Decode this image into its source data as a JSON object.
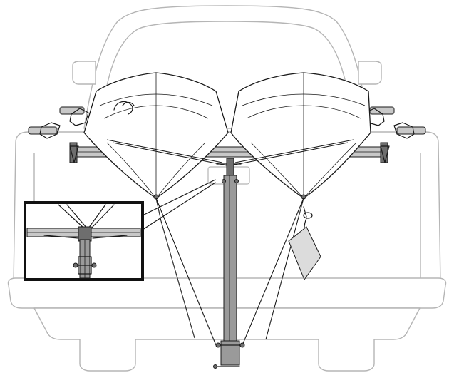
{
  "figure": {
    "subject_icons": [
      "pickup-truck-rear",
      "kayak-left",
      "kayak-right",
      "roof-rack-crossbar",
      "hitch-mounted-support-post",
      "bow-stern-tie-down-straps",
      "red-flag-tag",
      "detail-inset"
    ],
    "colors": {
      "truck_outline": "#b5b5b5",
      "line_art": "#1a1a1a",
      "metal": "#9a9a9a",
      "inset_frame": "#111111",
      "background": "#ffffff"
    }
  }
}
